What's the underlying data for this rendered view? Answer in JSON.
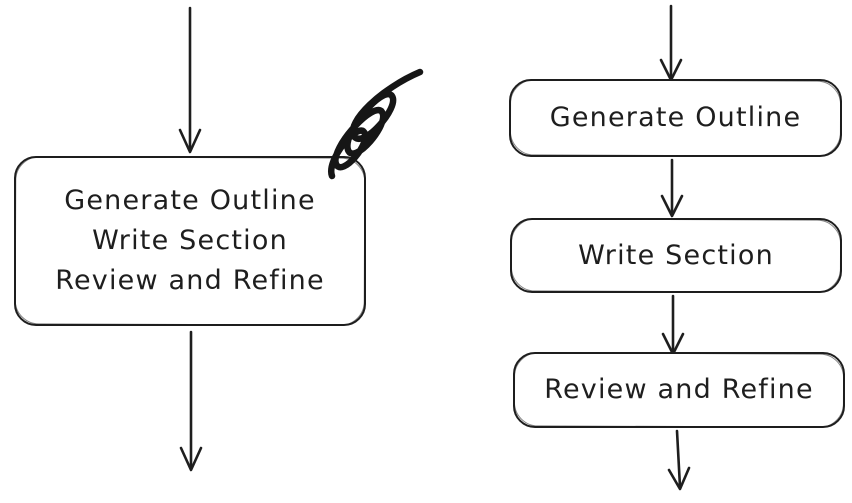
{
  "colors": {
    "stroke": "#1e1e1e",
    "background": "#ffffff",
    "box_fill": "#ffffff"
  },
  "left_diagram": {
    "box_lines": [
      "Generate Outline",
      "Write Section",
      "Review and Refine"
    ],
    "annotation": "scribble-strikeout-mark"
  },
  "right_diagram": {
    "boxes": [
      "Generate Outline",
      "Write Section",
      "Review and Refine"
    ]
  }
}
